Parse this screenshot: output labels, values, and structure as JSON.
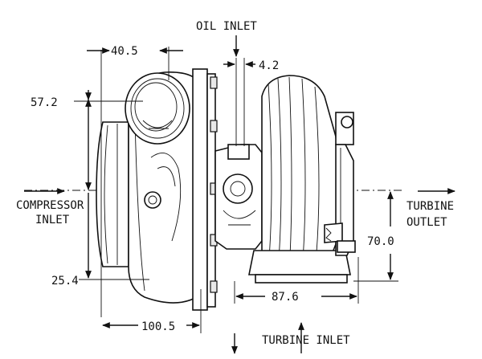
{
  "labels": {
    "oil_inlet": "OIL INLET",
    "compressor_inlet_line1": "COMPRESSOR",
    "compressor_inlet_line2": "INLET",
    "turbine_outlet_line1": "TURBINE",
    "turbine_outlet_line2": "OUTLET",
    "turbine_inlet": "TURBINE INLET"
  },
  "dimensions": {
    "d_40_5": "40.5",
    "d_4_2": "4.2",
    "d_57_2": "57.2",
    "d_25_4": "25.4",
    "d_70_0": "70.0",
    "d_87_6": "87.6",
    "d_100_5": "100.5"
  },
  "colors": {
    "line": "#111111",
    "background": "#ffffff"
  }
}
